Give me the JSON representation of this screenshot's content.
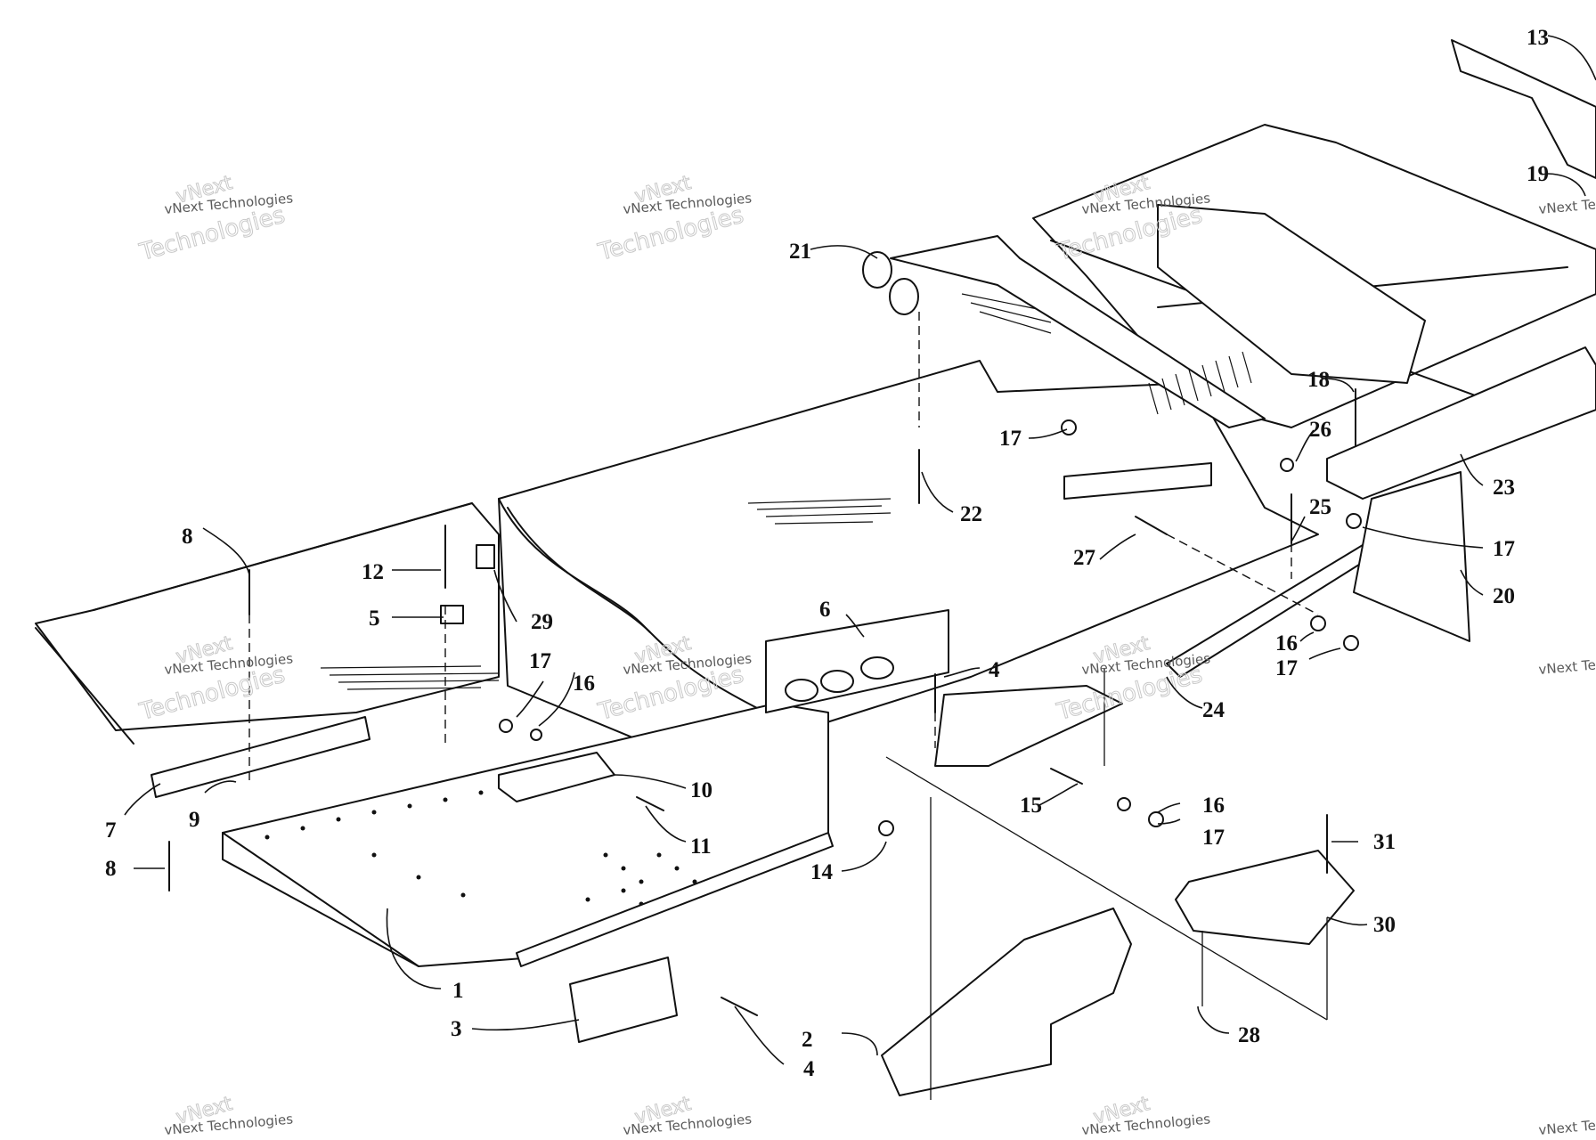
{
  "watermark": {
    "line0": "vNext",
    "line1": "vNext Technologies",
    "line2": "Technologies"
  },
  "parts": [
    {
      "id": "p1",
      "label": "1"
    },
    {
      "id": "p2",
      "label": "2"
    },
    {
      "id": "p3",
      "label": "3"
    },
    {
      "id": "p4a",
      "label": "4"
    },
    {
      "id": "p4b",
      "label": "4"
    },
    {
      "id": "p5",
      "label": "5"
    },
    {
      "id": "p6",
      "label": "6"
    },
    {
      "id": "p7",
      "label": "7"
    },
    {
      "id": "p8a",
      "label": "8"
    },
    {
      "id": "p8b",
      "label": "8"
    },
    {
      "id": "p9",
      "label": "9"
    },
    {
      "id": "p10",
      "label": "10"
    },
    {
      "id": "p11",
      "label": "11"
    },
    {
      "id": "p12",
      "label": "12"
    },
    {
      "id": "p13",
      "label": "13"
    },
    {
      "id": "p14",
      "label": "14"
    },
    {
      "id": "p15",
      "label": "15"
    },
    {
      "id": "p16a",
      "label": "16"
    },
    {
      "id": "p16b",
      "label": "16"
    },
    {
      "id": "p16c",
      "label": "16"
    },
    {
      "id": "p17a",
      "label": "17"
    },
    {
      "id": "p17b",
      "label": "17"
    },
    {
      "id": "p17c",
      "label": "17"
    },
    {
      "id": "p17d",
      "label": "17"
    },
    {
      "id": "p17e",
      "label": "17"
    },
    {
      "id": "p18",
      "label": "18"
    },
    {
      "id": "p19",
      "label": "19"
    },
    {
      "id": "p20",
      "label": "20"
    },
    {
      "id": "p21",
      "label": "21"
    },
    {
      "id": "p22",
      "label": "22"
    },
    {
      "id": "p23",
      "label": "23"
    },
    {
      "id": "p24",
      "label": "24"
    },
    {
      "id": "p25",
      "label": "25"
    },
    {
      "id": "p26",
      "label": "26"
    },
    {
      "id": "p27",
      "label": "27"
    },
    {
      "id": "p28",
      "label": "28"
    },
    {
      "id": "p29",
      "label": "29"
    },
    {
      "id": "p30",
      "label": "30"
    },
    {
      "id": "p31",
      "label": "31"
    }
  ],
  "colors": {
    "ink": "#111111",
    "paper": "#ffffff",
    "watermark": "#c9c9c9"
  }
}
